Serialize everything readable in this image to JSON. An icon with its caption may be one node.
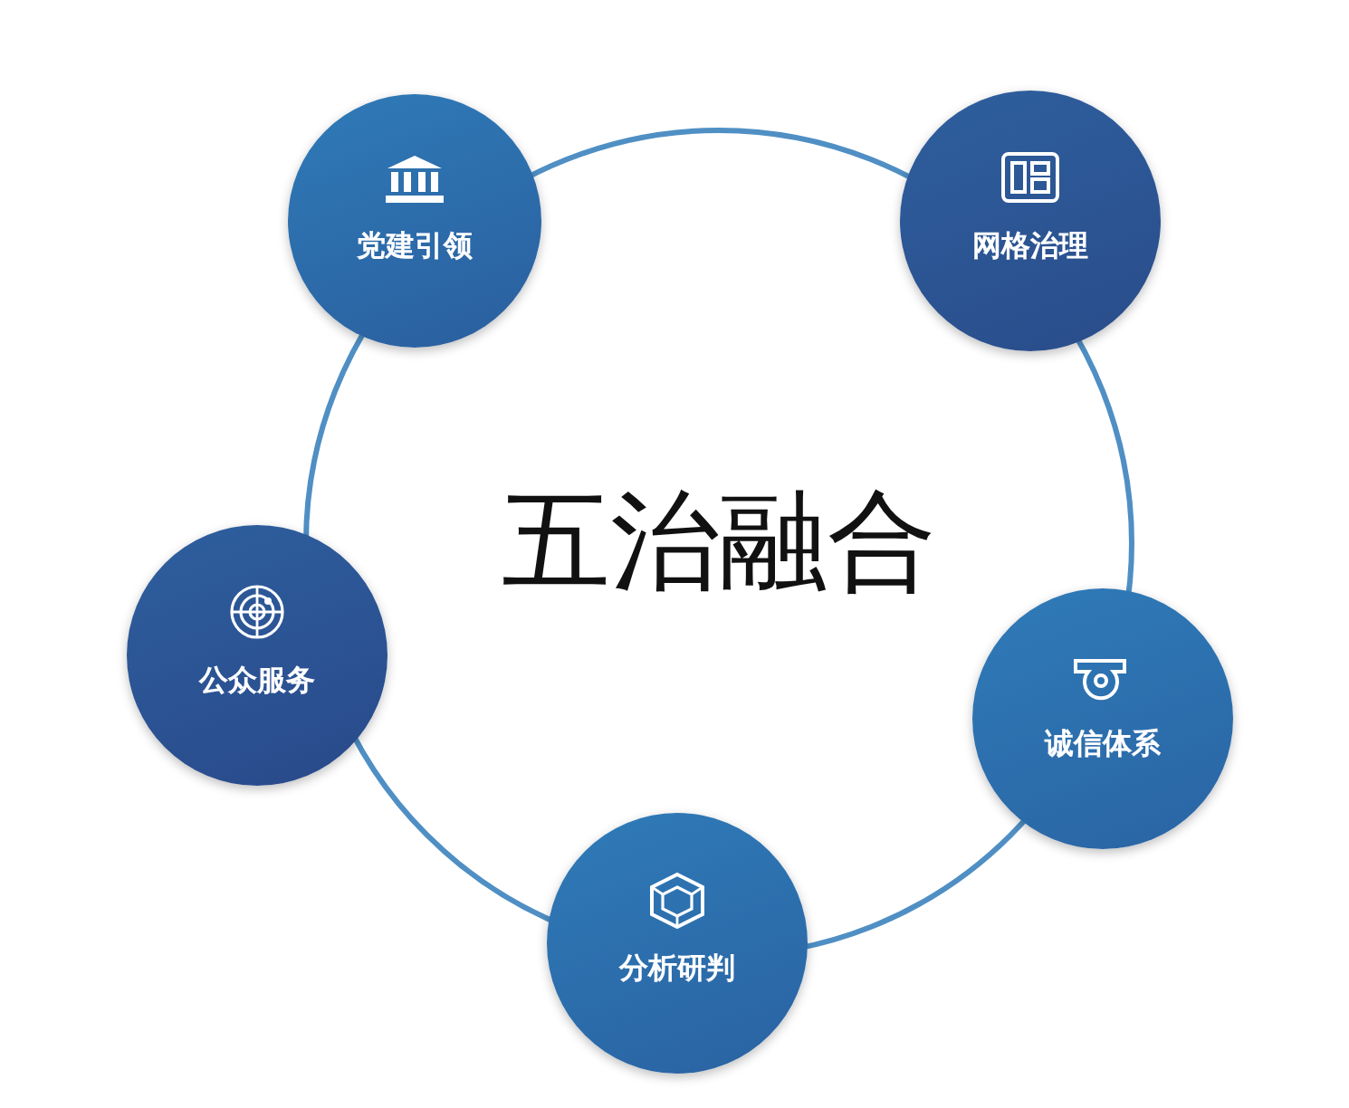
{
  "diagram": {
    "nodes": [
      {
        "text": [
          "五治融合"
        ]
      },
      {
        "text": [
          "党建引领"
        ]
      },
      {
        "text": [
          "网格治理"
        ]
      },
      {
        "text": [
          "公众服务"
        ]
      },
      {
        "text": [
          "诚信体系"
        ]
      },
      {
        "text": [
          "分析研判"
        ]
      }
    ],
    "edges": []
  }
}
